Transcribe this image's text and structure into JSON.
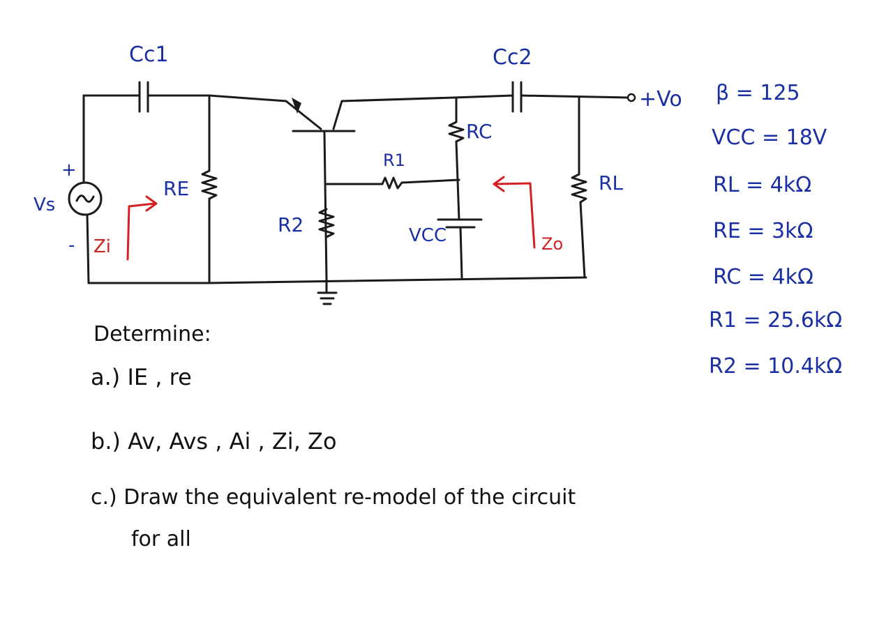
{
  "circuit": {
    "labels": {
      "cc1": "Cc1",
      "cc2": "Cc2",
      "rc": "RC",
      "r1": "R1",
      "re": "RE",
      "rl": "RL",
      "r2": "R2",
      "vcc": "VCC",
      "vs": "Vs",
      "plus": "+",
      "minus": "-",
      "output": "+Vo",
      "zi": "Zi",
      "zo": "Zo"
    }
  },
  "params": [
    "β = 125",
    "VCC = 18V",
    "RL = 4kΩ",
    "RE = 3kΩ",
    "RC = 4kΩ",
    "R1 = 25.6kΩ",
    "R2 = 10.4kΩ"
  ],
  "questions": {
    "heading": "Determine:",
    "a": "a.) IE , re",
    "b": "b.) Av, Avs , Ai , Zi, Zo",
    "c_line1": "c.) Draw the equivalent re-model of the circuit",
    "c_line2": "for all"
  },
  "colors": {
    "ink": "#1a1a1a",
    "blue": "#1a2fa3",
    "red": "#d42020"
  }
}
